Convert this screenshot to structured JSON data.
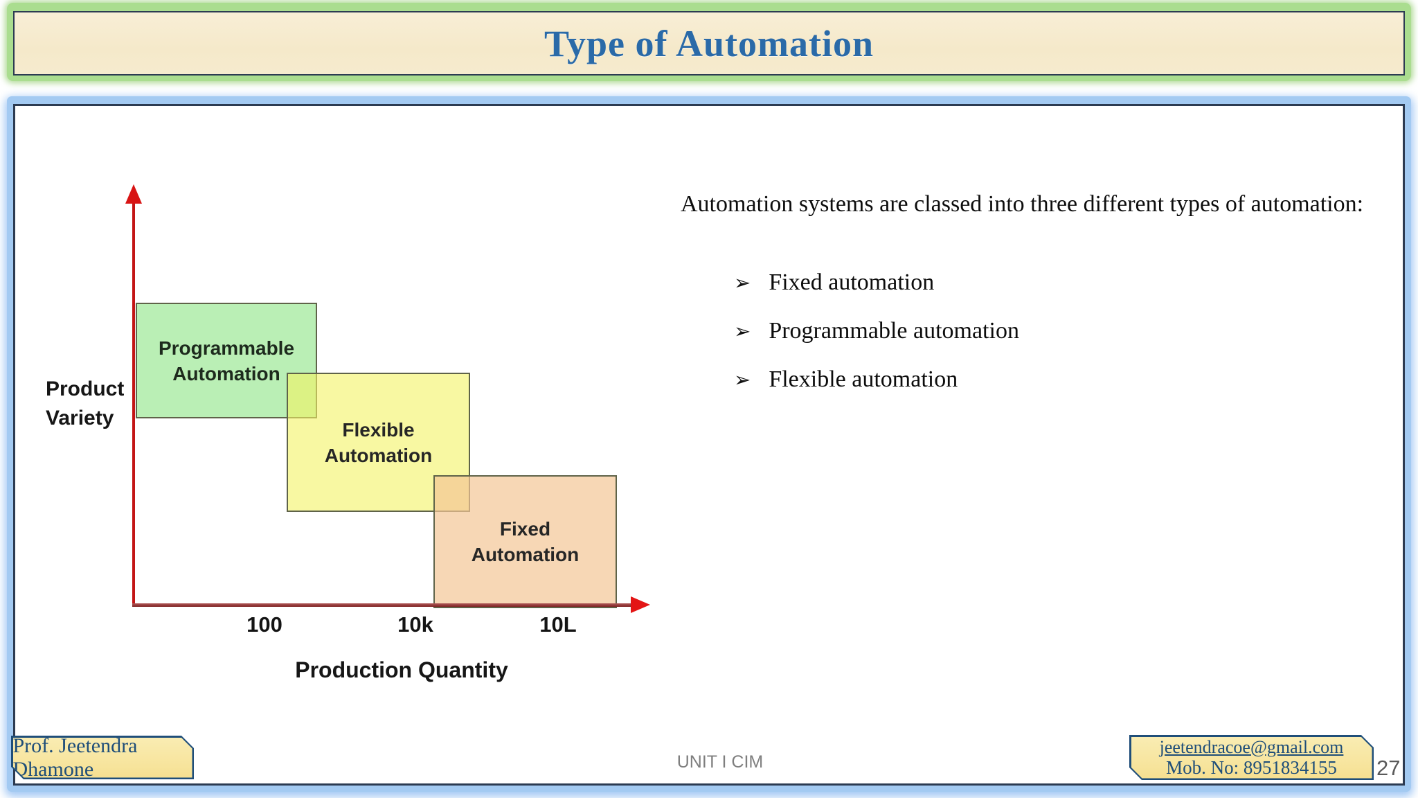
{
  "slide": {
    "title": "Type of Automation",
    "page_number": "27"
  },
  "figure": {
    "y_axis_label_line1": "Product",
    "y_axis_label_line2": "Variety",
    "x_axis_label": "Production Quantity",
    "x_ticks": [
      "100",
      "10k",
      "10L"
    ],
    "boxes": [
      {
        "label_line1": "Programmable",
        "label_line2": "Automation",
        "fill": "rgba(130,225,120,0.55)"
      },
      {
        "label_line1": "Flexible",
        "label_line2": "Automation",
        "fill": "rgba(244,244,100,0.60)"
      },
      {
        "label_line1": "Fixed",
        "label_line2": "Automation",
        "fill": "rgba(243,198,150,0.70)"
      }
    ],
    "description": "Overlapping regions: Programmable Automation at low production quantity / high product variety, Flexible Automation at mid quantity / mid variety, Fixed Automation at high quantity (10k-10L) / low variety"
  },
  "body": {
    "intro": "Automation systems are classed into three different types of automation:",
    "bullets": [
      {
        "marker": "➢",
        "label": "Fixed automation"
      },
      {
        "marker": "➢",
        "label": "Programmable automation"
      },
      {
        "marker": "➢",
        "label": "Flexible automation"
      }
    ]
  },
  "footer": {
    "author": "Prof. Jeetendra Dhamone",
    "center": "UNIT I CIM",
    "email": "jeetendracoe@gmail.com",
    "mobile": "Mob. No: 8951834155"
  },
  "colors": {
    "title_blue": "#2a6aa8",
    "header_tan": "#f6ebce",
    "header_green_glow": "#aadd8f",
    "main_blue_glow": "#a3caf2",
    "panel_border_navy": "#2c3b52",
    "badge_tan": "#f7e49c",
    "badge_border_navy": "#1f4e79",
    "axis_red": "#c31515",
    "region_border": "#5f6349"
  }
}
